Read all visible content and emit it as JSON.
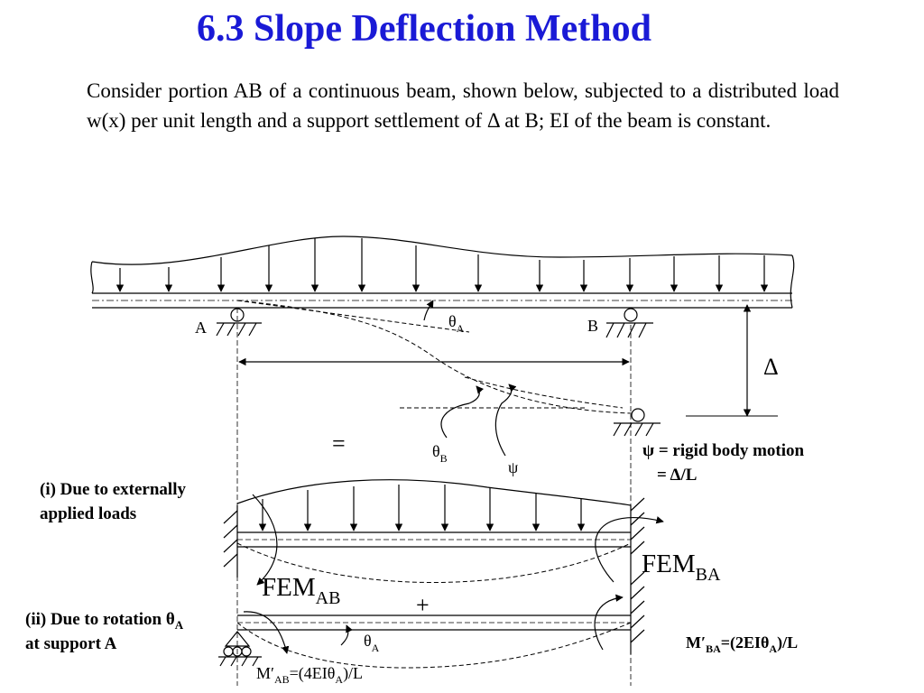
{
  "slide": {
    "title": "6.3 Slope Deflection Method",
    "intro": "Consider portion AB of a continuous beam, shown below, subjected to a distributed load w(x) per unit length and a support settlement of Δ at B; EI of the beam is constant."
  },
  "figure": {
    "label_A": "A",
    "label_B": "B",
    "delta": "Δ",
    "theta": "θ",
    "sub_A": "A",
    "sub_B": "B",
    "equals": "=",
    "plus": "+",
    "psi": "ψ",
    "psi_def_line1": "ψ = rigid body motion",
    "psi_def_line2": "= Δ/L",
    "case1_line1": "(i) Due to externally",
    "case1_line2": "applied loads",
    "fem": "FEM",
    "sub_AB": "AB",
    "sub_BA": "BA",
    "case2_line1": "(ii) Due to rotation θ",
    "case2_line2": "at support A",
    "m_prime_ba_lhs": "M′",
    "m_prime_ba_rhs1": "=(2EIθ",
    "m_prime_ba_rhs2": ")/L",
    "m_prime_ab_lhs": "M′",
    "m_prime_ab_rhs1": "=(4EIθ",
    "m_prime_ab_rhs2": ")/L"
  }
}
